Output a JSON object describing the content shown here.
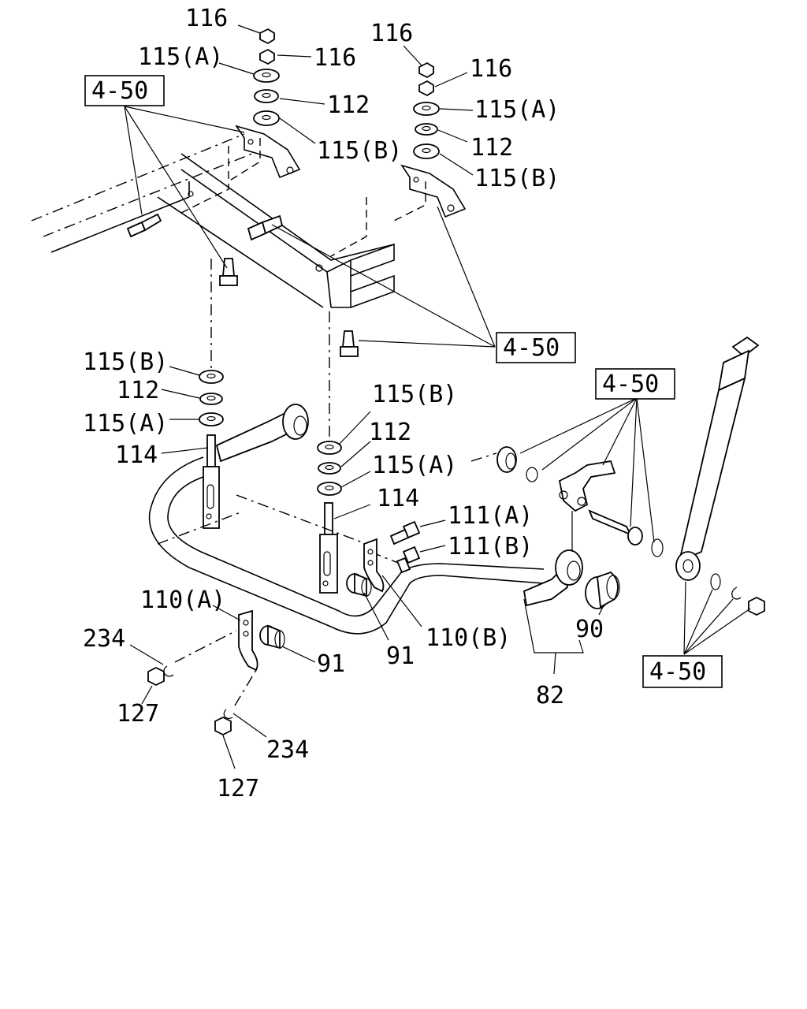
{
  "labels": {
    "l116a": "116",
    "l116b": "116",
    "l115a_1": "115(A)",
    "l112_1": "112",
    "l115b_1": "115(B)",
    "l116c": "116",
    "l116d": "116",
    "l115a_2": "115(A)",
    "l112_2": "112",
    "l115b_2": "115(B)",
    "l115b_3": "115(B)",
    "l112_3": "112",
    "l115a_3": "115(A)",
    "l114_1": "114",
    "l115b_4": "115(B)",
    "l112_4": "112",
    "l115a_4": "115(A)",
    "l114_2": "114",
    "l111a": "111(A)",
    "l111b": "111(B)",
    "l110a": "110(A)",
    "l110b": "110(B)",
    "l234_1": "234",
    "l127_1": "127",
    "l91_1": "91",
    "l91_2": "91",
    "l90": "90",
    "l82": "82",
    "l234_2": "234",
    "l127_2": "127"
  },
  "refs": {
    "r1": "4-50",
    "r2": "4-50",
    "r3": "4-50",
    "r4": "4-50"
  }
}
